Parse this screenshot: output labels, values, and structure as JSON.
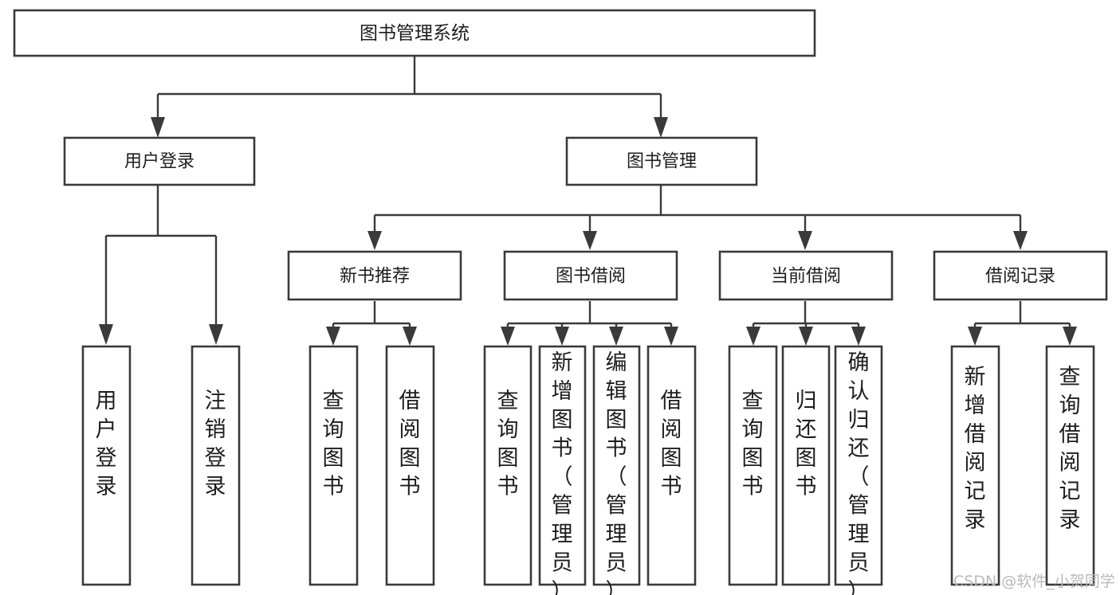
{
  "diagram": {
    "type": "tree-hierarchy",
    "orientation": "top-down",
    "title_node": "图书管理系统",
    "watermark": "CSDN @软件_小贺同学",
    "colors": {
      "box_stroke": "#3a3a3a",
      "box_fill": "#ffffff",
      "connector": "#3a3a3a",
      "text": "#1d1d1d",
      "watermark": "#b9b9b9",
      "background": "#ffffff"
    },
    "levels": {
      "root": "图书管理系统",
      "level1": [
        "用户登录",
        "图书管理"
      ],
      "level2": [
        "新书推荐",
        "图书借阅",
        "当前借阅",
        "借阅记录"
      ]
    },
    "nodes": {
      "root": {
        "id": "root",
        "label": "图书管理系统",
        "level": 0
      },
      "level1": [
        {
          "id": "user-login",
          "label": "用户登录",
          "level": 1,
          "parent": "root"
        },
        {
          "id": "book-management",
          "label": "图书管理",
          "level": 1,
          "parent": "root"
        }
      ],
      "level2": [
        {
          "id": "new-book-recommend",
          "label": "新书推荐",
          "level": 2,
          "parent": "book-management"
        },
        {
          "id": "book-borrow",
          "label": "图书借阅",
          "level": 2,
          "parent": "book-management"
        },
        {
          "id": "current-borrow",
          "label": "当前借阅",
          "level": 2,
          "parent": "book-management"
        },
        {
          "id": "borrow-record",
          "label": "借阅记录",
          "level": 2,
          "parent": "book-management"
        }
      ],
      "leaves": [
        {
          "id": "leaf-user-login",
          "label": "用户登录",
          "parent": "user-login"
        },
        {
          "id": "leaf-logout-login",
          "label": "注销登录",
          "parent": "user-login"
        },
        {
          "id": "leaf-query-book-1",
          "label": "查询图书",
          "parent": "new-book-recommend"
        },
        {
          "id": "leaf-borrow-book-1",
          "label": "借阅图书",
          "parent": "new-book-recommend"
        },
        {
          "id": "leaf-query-book-2",
          "label": "查询图书",
          "parent": "book-borrow"
        },
        {
          "id": "leaf-add-book",
          "label": "新增图书（管理员）",
          "parent": "book-borrow"
        },
        {
          "id": "leaf-edit-book",
          "label": "编辑图书（管理员）",
          "parent": "book-borrow"
        },
        {
          "id": "leaf-borrow-book-2",
          "label": "借阅图书",
          "parent": "book-borrow"
        },
        {
          "id": "leaf-query-book-3",
          "label": "查询图书",
          "parent": "current-borrow"
        },
        {
          "id": "leaf-return-book",
          "label": "归还图书",
          "parent": "current-borrow"
        },
        {
          "id": "leaf-confirm-return",
          "label": "确认归还（管理员）",
          "parent": "current-borrow"
        },
        {
          "id": "leaf-add-record",
          "label": "新增借阅记录",
          "parent": "borrow-record"
        },
        {
          "id": "leaf-query-record",
          "label": "查询借阅记录",
          "parent": "borrow-record"
        }
      ]
    }
  }
}
